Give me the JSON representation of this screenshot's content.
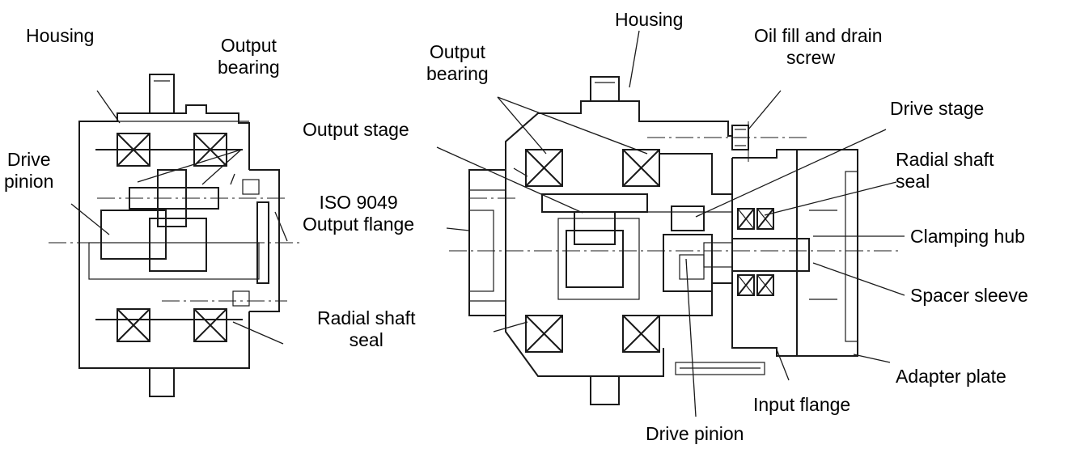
{
  "labels": {
    "left_housing": "Housing",
    "left_output_bearing": [
      "Output",
      "bearing"
    ],
    "left_drive_pinion": [
      "Drive",
      "pinion"
    ],
    "iso_flange": [
      "ISO 9049",
      "Output flange"
    ],
    "radial_shaft_seal_left": [
      "Radial shaft",
      "seal"
    ],
    "output_bearing_right": [
      "Output",
      "bearing"
    ],
    "output_stage": "Output stage",
    "housing_top": "Housing",
    "oil_fill": [
      "Oil fill and drain",
      "screw"
    ],
    "drive_stage": "Drive stage",
    "radial_shaft_seal_right": [
      "Radial shaft",
      "seal"
    ],
    "clamping_hub": "Clamping hub",
    "spacer_sleeve": "Spacer sleeve",
    "adapter_plate": "Adapter plate",
    "input_flange": "Input flange",
    "drive_pinion_bottom": "Drive pinion"
  }
}
